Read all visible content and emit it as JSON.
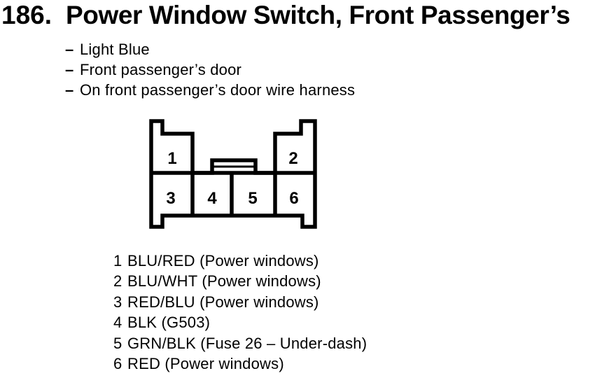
{
  "page": {
    "item_number": "186.",
    "title": "Power Window Switch, Front Passenger’s",
    "bullet_dash": "–",
    "attributes": [
      "Light Blue",
      "Front passenger’s door",
      "On front passenger’s door wire harness"
    ]
  },
  "connector": {
    "pins": [
      "1",
      "2",
      "3",
      "4",
      "5",
      "6"
    ]
  },
  "legend": {
    "rows": [
      {
        "pin": "1",
        "description": "BLU/RED (Power windows)"
      },
      {
        "pin": "2",
        "description": "BLU/WHT (Power windows)"
      },
      {
        "pin": "3",
        "description": "RED/BLU (Power windows)"
      },
      {
        "pin": "4",
        "description": "BLK (G503)"
      },
      {
        "pin": "5",
        "description": "GRN/BLK (Fuse 26 – Under-dash)"
      },
      {
        "pin": "6",
        "description": "RED (Power windows)"
      }
    ]
  },
  "colors": {
    "foreground": "#000000",
    "background": "#ffffff"
  }
}
